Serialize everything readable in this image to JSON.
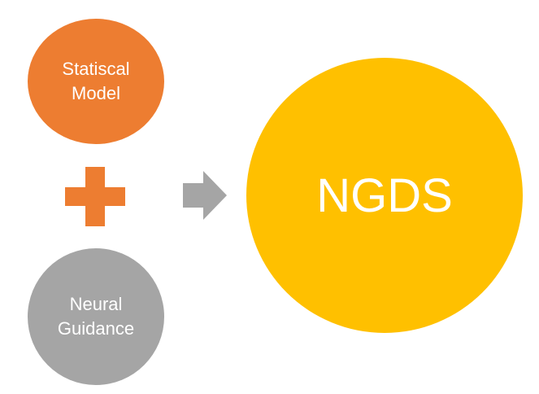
{
  "nodes": {
    "statistical_model": {
      "label": "Statiscal\nModel",
      "color": "#ED7D31"
    },
    "neural_guidance": {
      "label": "Neural\nGuidance",
      "color": "#A5A5A5"
    },
    "ngds": {
      "label": "NGDS",
      "color": "#FFC000"
    }
  },
  "operators": {
    "plus": {
      "icon": "plus-icon",
      "color": "#ED7D31"
    },
    "arrow": {
      "icon": "arrow-right-icon",
      "color": "#A5A5A5"
    }
  }
}
